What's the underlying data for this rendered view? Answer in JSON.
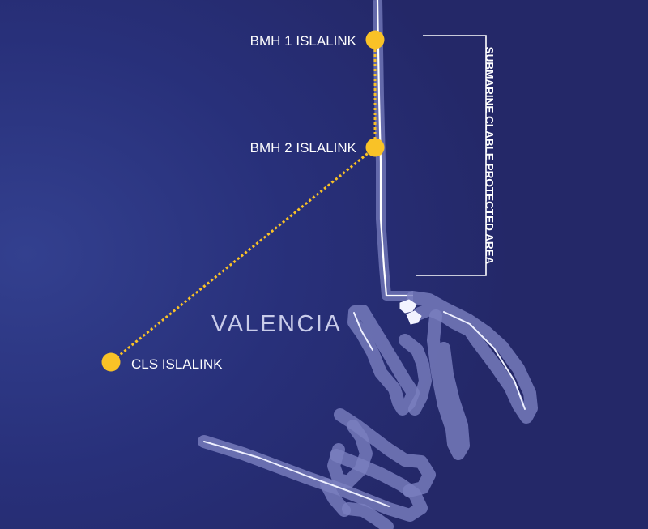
{
  "map": {
    "city": "VALENCIA",
    "protected_area_label": "SUBMARINE CLABLE PROTECTED AREA",
    "sites": [
      {
        "id": "bmh1",
        "label": "BMH 1 ISLALINK"
      },
      {
        "id": "bmh2",
        "label": "BMH 2 ISLALINK"
      },
      {
        "id": "cls",
        "label": "CLS ISLALINK"
      }
    ],
    "colors": {
      "sea": "#252a6e",
      "glow": "#33408f",
      "land_outline": "#8a8fc8",
      "coast_line": "#ffffff",
      "site_marker": "#f9c227",
      "cable_route": "#f9c227",
      "text": "#ffffff"
    }
  }
}
